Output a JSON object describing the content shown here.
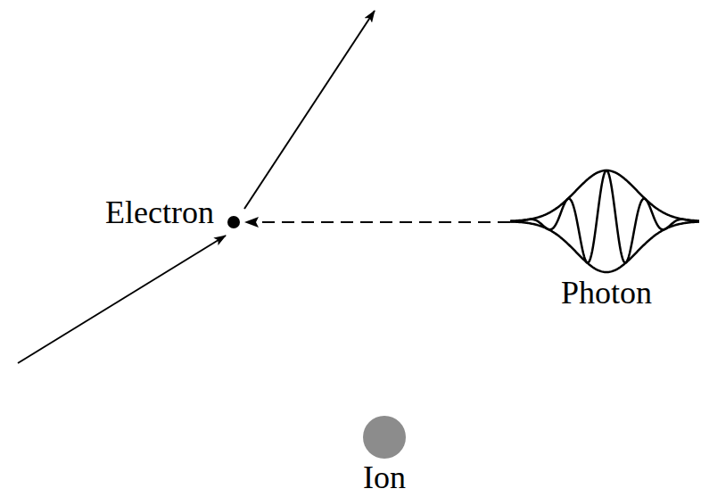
{
  "diagram": {
    "nodes": [
      {
        "text": [
          "Electron"
        ]
      },
      {
        "text": [
          "Photon"
        ]
      },
      {
        "text": [
          "Ion"
        ]
      }
    ],
    "edges": [
      {
        "from": 1,
        "to": 0,
        "arrow": "to"
      }
    ]
  }
}
